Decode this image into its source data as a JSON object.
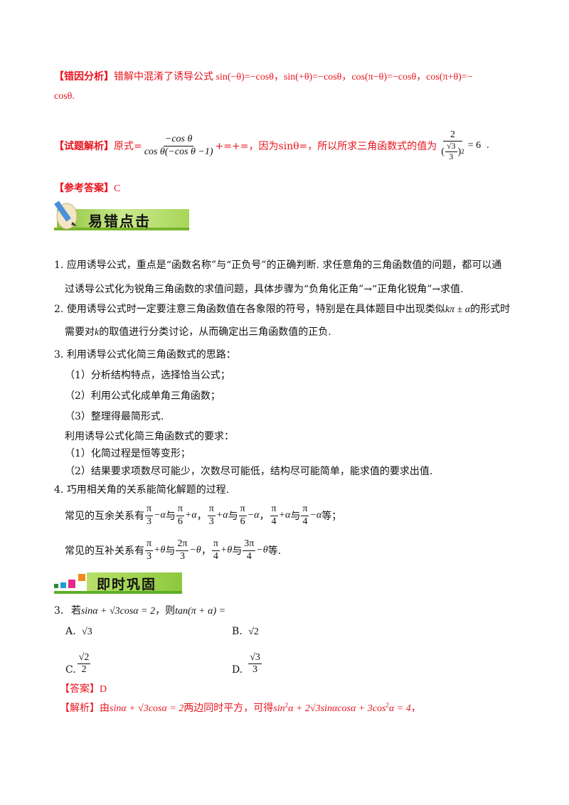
{
  "error_analysis": {
    "tag": "【错因分析】",
    "line1": "错解中混淆了诱导公式 sin(−θ)=−cosθ，sin(+θ)=−cosθ，cos(π−θ)=−cosθ，cos(π+θ)=−",
    "line2": "cosθ."
  },
  "solution": {
    "tag": "【试题解析】",
    "prefix": "原式=",
    "frac_num": "−cos θ",
    "frac_den": "cos θ(−cos θ −1)",
    "middle": "+=+=，因为sinθ=，所以所求三角函数式的值为",
    "result_num": "2",
    "result_den_pre": "(",
    "result_sqrt": "√3",
    "result_den_sub": "3",
    "result_den_post": ")",
    "result_exp": "2",
    "result_eq": "= 6",
    "end": "."
  },
  "answer": {
    "tag": "【参考答案】",
    "value": "C"
  },
  "banner1": {
    "text": "易错点击"
  },
  "points": [
    {
      "num": "1.",
      "l1": "应用诱导公式，重点是“函数名称”与“正负号”的正确判断. 求任意角的三角函数值的问题，都可以通",
      "l2": "过诱导公式化为锐角三角函数的求值问题，具体步骤为“负角化正角”→“正角化锐角”→求值."
    },
    {
      "num": "2.",
      "l1a": "使用诱导公式时一定要注意三角函数值在各象限的符号，特别是在具体题目中出现类似",
      "l1m": "kπ ± α",
      "l1b": "的形式时",
      "l2a": "需要对",
      "l2m": "k",
      "l2b": "的取值进行分类讨论，从而确定出三角函数值的正负."
    },
    {
      "num": "3.",
      "l1": "利用诱导公式化简三角函数式的思路："
    },
    {
      "sub1": "（1）分析结构特点，选择恰当公式；",
      "sub2": "（2）利用公式化成单角三角函数；",
      "sub3": "（3）整理得最简形式."
    },
    {
      "req": "利用诱导公式化简三角函数式的要求：",
      "r1": "（1）化简过程是恒等变形；",
      "r2": "（2）结果要求项数尽可能少，次数尽可能低，结构尽可能简单，能求值的要求出值."
    },
    {
      "num": "4.",
      "l1": "巧用相关角的关系能简化解题的过程."
    }
  ],
  "complementary": {
    "label": "常见的互余关系有",
    "pairs": [
      {
        "a_num": "π",
        "a_den": "3",
        "a_tail": "−α",
        "join": "与",
        "b_num": "π",
        "b_den": "6",
        "b_tail": "+α",
        "sep": "，"
      },
      {
        "a_num": "π",
        "a_den": "3",
        "a_tail": "+α",
        "join": "与",
        "b_num": "π",
        "b_den": "6",
        "b_tail": "−α",
        "sep": "，"
      },
      {
        "a_num": "π",
        "a_den": "4",
        "a_tail": "+α",
        "join": "与",
        "b_num": "π",
        "b_den": "4",
        "b_tail": "−α",
        "sep": "等；"
      }
    ]
  },
  "supplementary": {
    "label": "常见的互补关系有",
    "pairs": [
      {
        "a_num": "π",
        "a_den": "3",
        "a_tail": "+θ",
        "join": "与",
        "b_num": "2π",
        "b_den": "3",
        "b_tail": "−θ",
        "sep": "，"
      },
      {
        "a_num": "π",
        "a_den": "4",
        "a_tail": "+θ",
        "join": "与",
        "b_num": "3π",
        "b_den": "4",
        "b_tail": "−θ",
        "sep": "等."
      }
    ]
  },
  "banner2": {
    "text": "即时巩固"
  },
  "question": {
    "num": "3.",
    "pre": "若",
    "cond": "sinα + √3cosα = 2",
    "mid": "，则",
    "target": "tan(π + α) =",
    "options": [
      {
        "label": "A.",
        "value": "√3"
      },
      {
        "label": "B.",
        "value": "√2"
      },
      {
        "label": "C.",
        "num": "√2",
        "den": "2"
      },
      {
        "label": "D.",
        "num": "√3",
        "den": "3"
      }
    ],
    "answer_tag": "【答案】",
    "answer": "D",
    "analysis_tag": "【解析】",
    "analysis_pre": "由",
    "analysis_cond": "sinα + √3cosα = 2",
    "analysis_mid": "两边同时平方，可得",
    "analysis_eq_a": "sin",
    "analysis_eq_b": "α + 2√3sinαcosα + 3cos",
    "analysis_eq_c": "α = 4",
    "analysis_sup": "2",
    "analysis_end": "，"
  },
  "colors": {
    "accent_red": "#e8141e",
    "banner_green": "#b7e06a",
    "banner_green2": "#9fcf4a"
  }
}
